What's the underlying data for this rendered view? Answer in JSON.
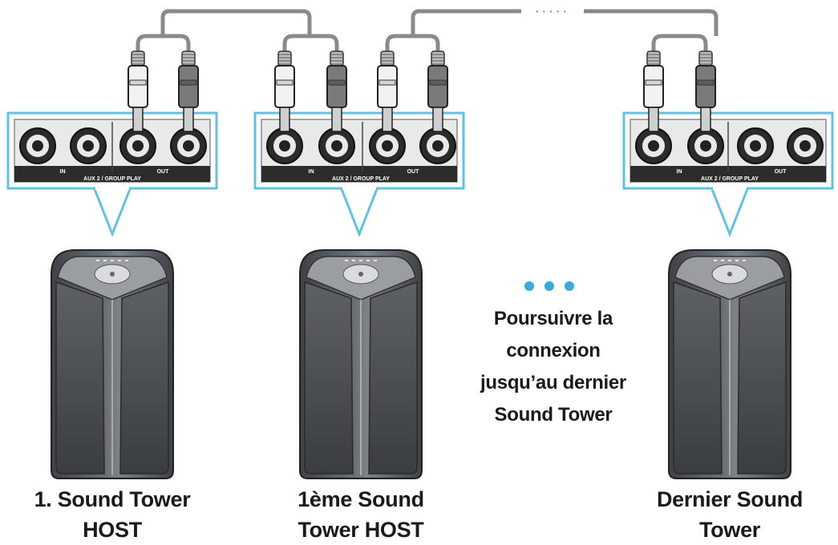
{
  "panel_label": "AUX 2 / GROUP PLAY",
  "in_label": "IN",
  "out_label": "OUT",
  "cable_dots": "·····",
  "continue_text": {
    "line1": "Poursuivre la",
    "line2": "connexion",
    "line3": "jusqu’au dernier",
    "line4": "Sound Tower"
  },
  "speakers": [
    {
      "line1": "1. Sound Tower",
      "line2": "HOST"
    },
    {
      "line1": "1ème Sound",
      "line2": "Tower HOST"
    },
    {
      "line1": "Dernier Sound",
      "line2": "Tower"
    }
  ],
  "colors": {
    "callout_border": "#5fc3e6",
    "dots": "#3aa9dc",
    "cable": "#8a8a8a",
    "speaker_body": "#55595d",
    "plug_white": "#f2f2f2",
    "plug_red": "#7a7a7a"
  }
}
